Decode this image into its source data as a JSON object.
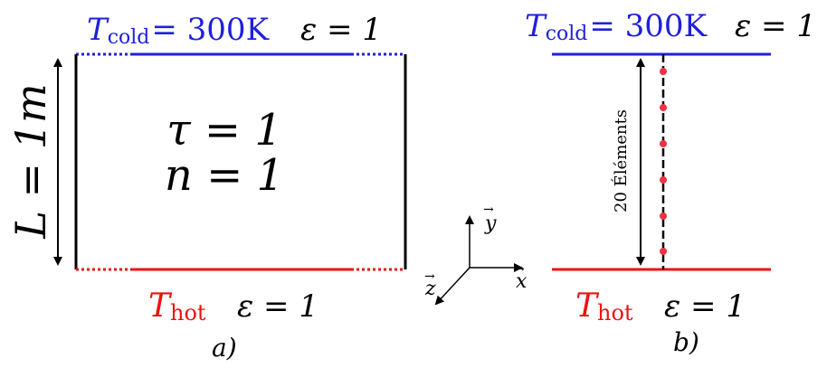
{
  "panel_a": {
    "top_T": "T",
    "top_sub": "cold",
    "top_eq": "= 300K",
    "top_eps": "ε = 1",
    "bottom_T": "T",
    "bottom_sub": "hot",
    "bottom_eps": "ε = 1",
    "length_label": "L = 1m",
    "tau_label": "τ = 1",
    "n_label": "n = 1",
    "caption": "a)"
  },
  "axes": {
    "y": "y",
    "x": "x",
    "z": "z",
    "arrow": "→"
  },
  "panel_b": {
    "top_T": "T",
    "top_sub": "cold",
    "top_eq": "= 300K",
    "top_eps": "ε = 1",
    "bottom_T": "T",
    "bottom_sub": "hot",
    "bottom_eps": "ε = 1",
    "elements_label": "20 Éléments",
    "caption": "b)"
  },
  "colors": {
    "cold": "#1f1fdd",
    "hot": "#ee1111",
    "node": "#ee3344"
  }
}
